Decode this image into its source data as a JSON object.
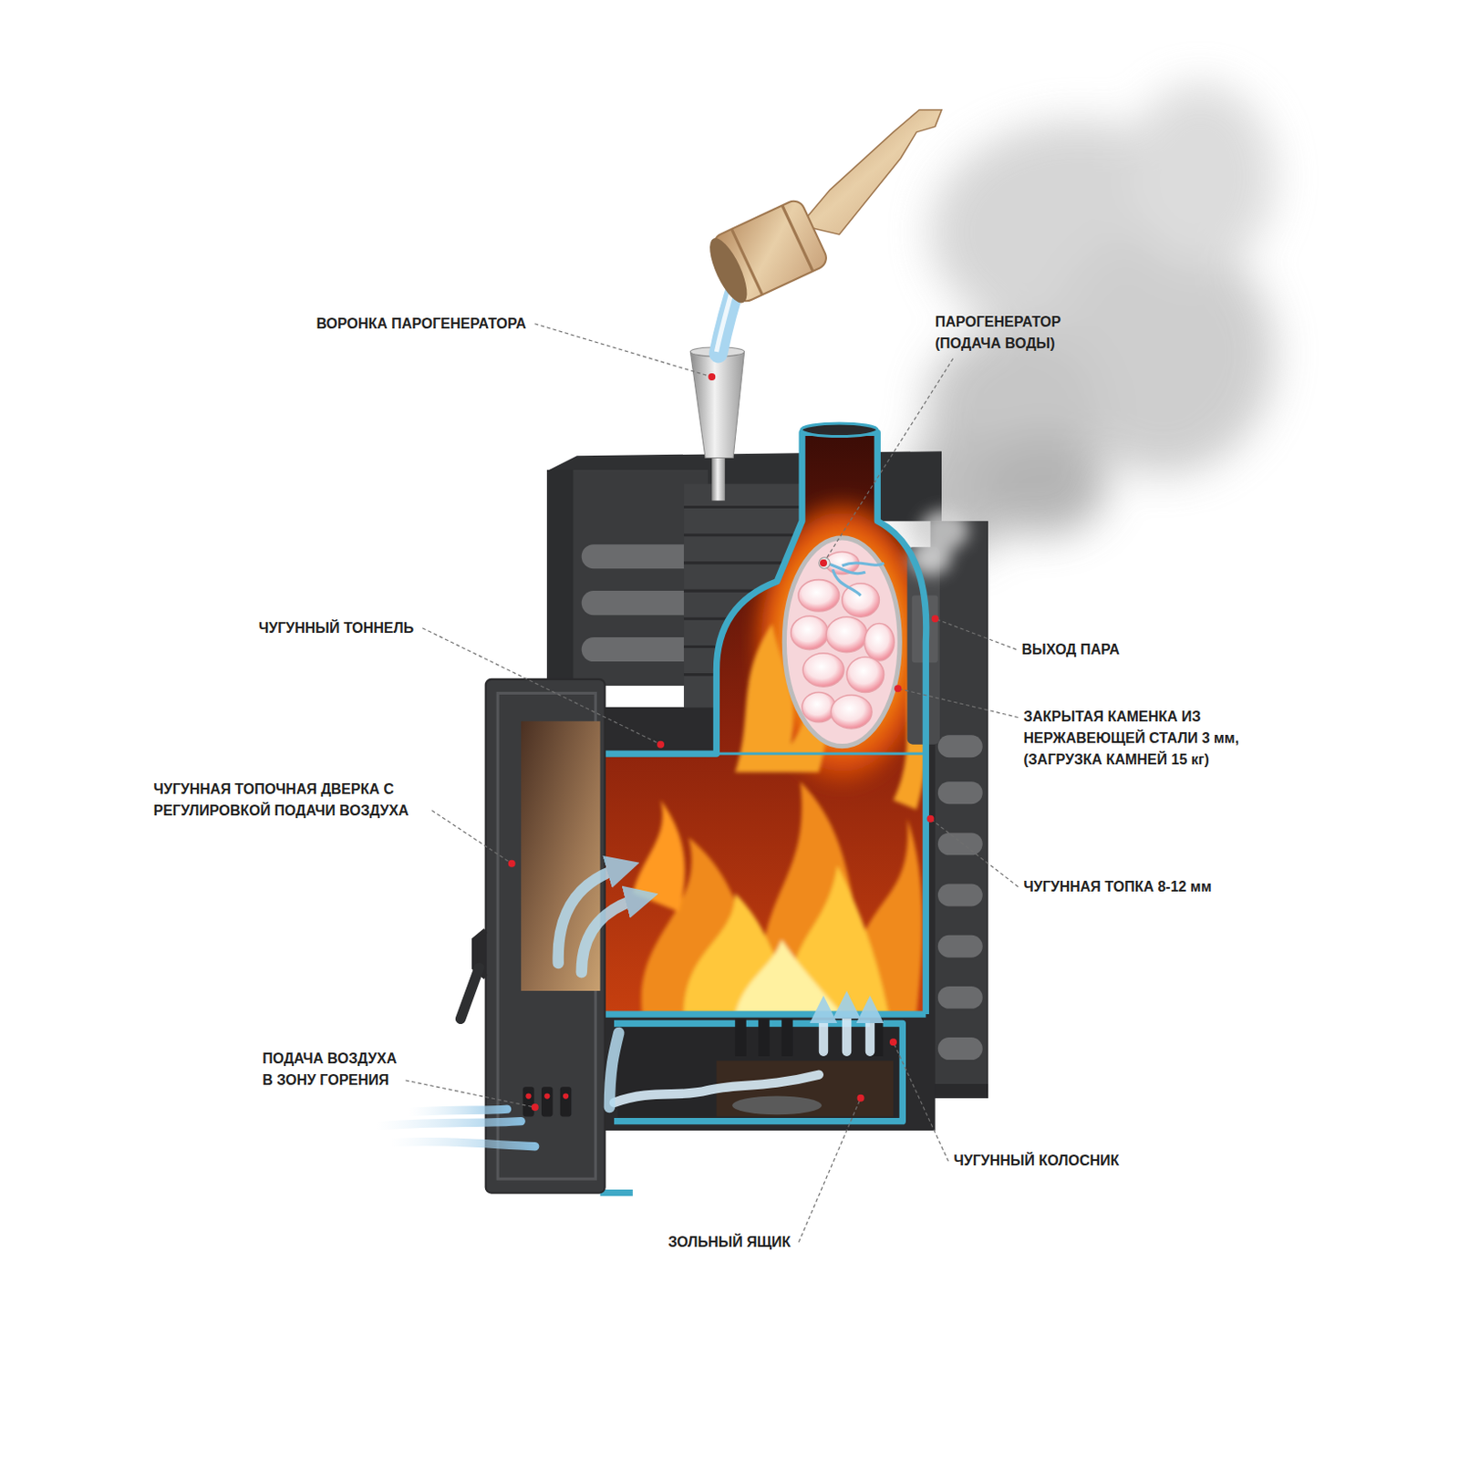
{
  "diagram": {
    "labels": [
      "ВОРОНКА ПАРОГЕНЕРАТОРА",
      "ПАРОГЕНЕРАТОР (ПОДАЧА ВОДЫ)",
      "ЧУГУННЫЙ ТОННЕЛЬ",
      "ВЫХОД ПАРА",
      "ЗАКРЫТАЯ КАМЕНКА ИЗ НЕРЖАВЕЮЩЕЙ СТАЛИ 3 мм, (ЗАГРУЗКА КАМНЕЙ 15 кг)",
      "ЧУГУННАЯ ТОПОЧНАЯ ДВЕРКА С РЕГУЛИРОВКОЙ ПОДАЧИ ВОЗДУХА",
      "ЧУГУННАЯ ТОПКА 8-12 мм",
      "ПОДАЧА ВОЗДУХА В ЗОНУ ГОРЕНИЯ",
      "ЧУГУННЫЙ КОЛОСНИК",
      "ЗОЛЬНЫЙ ЯЩИК"
    ]
  }
}
